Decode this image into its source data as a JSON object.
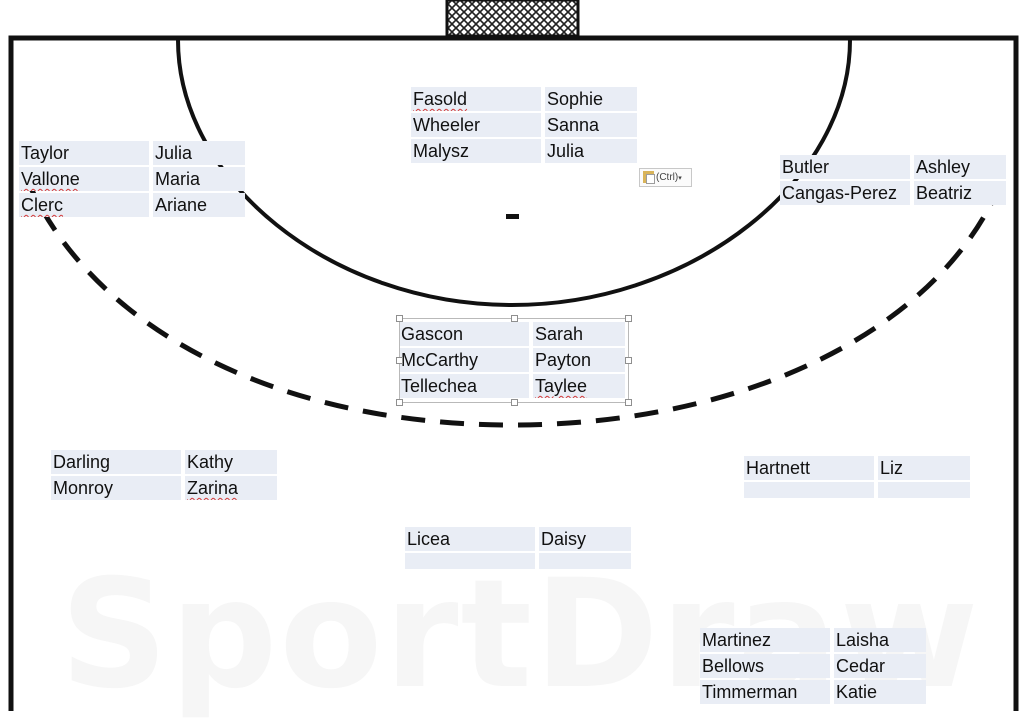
{
  "watermark": "SportDraw",
  "paste_options": {
    "label": "(Ctrl)",
    "arrow": "▾"
  },
  "rosters": {
    "top_center": [
      {
        "last": "Fasold",
        "first": "Sophie"
      },
      {
        "last": "Wheeler",
        "first": "Sanna"
      },
      {
        "last": "Malysz",
        "first": "Julia"
      }
    ],
    "top_left": [
      {
        "last": "Taylor",
        "first": "Julia"
      },
      {
        "last": "Vallone",
        "first": "Maria"
      },
      {
        "last": "Clerc",
        "first": "Ariane"
      }
    ],
    "top_right": [
      {
        "last": "Butler",
        "first": "Ashley"
      },
      {
        "last": "Cangas-Perez",
        "first": "Beatriz"
      }
    ],
    "center": [
      {
        "last": "Gascon",
        "first": "Sarah"
      },
      {
        "last": "McCarthy",
        "first": "Payton"
      },
      {
        "last": "Tellechea",
        "first": "Taylee"
      }
    ],
    "mid_left": [
      {
        "last": "Darling",
        "first": "Kathy"
      },
      {
        "last": "Monroy",
        "first": "Zarina"
      }
    ],
    "mid_right": [
      {
        "last": "Hartnett",
        "first": "Liz"
      },
      {
        "last": "",
        "first": ""
      }
    ],
    "lower_center": [
      {
        "last": "Licea",
        "first": "Daisy"
      },
      {
        "last": "",
        "first": ""
      }
    ],
    "bottom_right": [
      {
        "last": "Martinez",
        "first": "Laisha"
      },
      {
        "last": "Bellows",
        "first": "Cedar"
      },
      {
        "last": "Timmerman",
        "first": "Katie"
      }
    ]
  }
}
